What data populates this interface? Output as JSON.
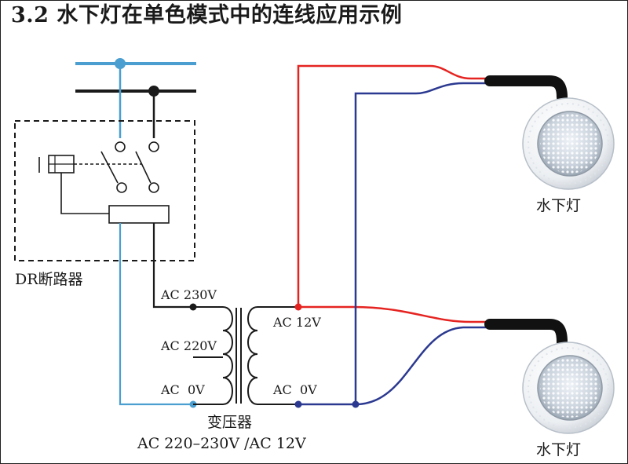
{
  "title": "3.2 水下灯在单色模式中的连线应用示例",
  "breaker_label": "DR断路器",
  "transformer": {
    "primary_taps": [
      "AC 230V",
      "AC 220V",
      "AC  0V"
    ],
    "secondary_taps": [
      "AC 12V",
      "AC  0V"
    ],
    "name": "变压器",
    "rating": "AC 220–230V /AC 12V"
  },
  "lamps": [
    {
      "label": "水下灯"
    },
    {
      "label": "水下灯"
    }
  ],
  "colors": {
    "live_red": "#e52421",
    "neutral_blue": "#2b3990",
    "mains_light_blue": "#4a9fd0",
    "mains_black": "#1a1a1a"
  }
}
